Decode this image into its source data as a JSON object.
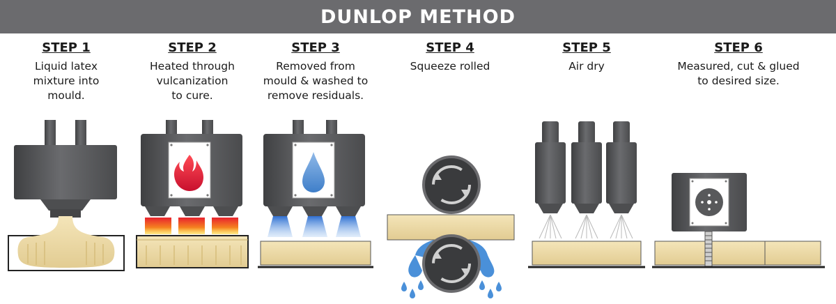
{
  "header": {
    "title": "DUNLOP METHOD"
  },
  "steps": [
    {
      "title": "STEP 1",
      "lines": [
        "Liquid latex",
        "mixture into",
        "mould."
      ]
    },
    {
      "title": "STEP 2",
      "lines": [
        "Heated through",
        "vulcanization",
        "to cure."
      ]
    },
    {
      "title": "STEP 3",
      "lines": [
        "Removed from",
        "mould & washed to",
        "remove residuals."
      ]
    },
    {
      "title": "STEP 4",
      "lines": [
        "Squeeze rolled"
      ]
    },
    {
      "title": "STEP 5",
      "lines": [
        "Air dry"
      ]
    },
    {
      "title": "STEP 6",
      "lines": [
        "Measured, cut & glued",
        "to desired size."
      ]
    }
  ],
  "colors": {
    "banner": "#6b6b6e",
    "machine": "#58595b",
    "foam": "#eedcab",
    "fire": "#e8232f",
    "water": "#4a90d9"
  },
  "icons": [
    "fire-icon",
    "water-drop-icon",
    "rotate-arrows-icon",
    "target-icon"
  ]
}
